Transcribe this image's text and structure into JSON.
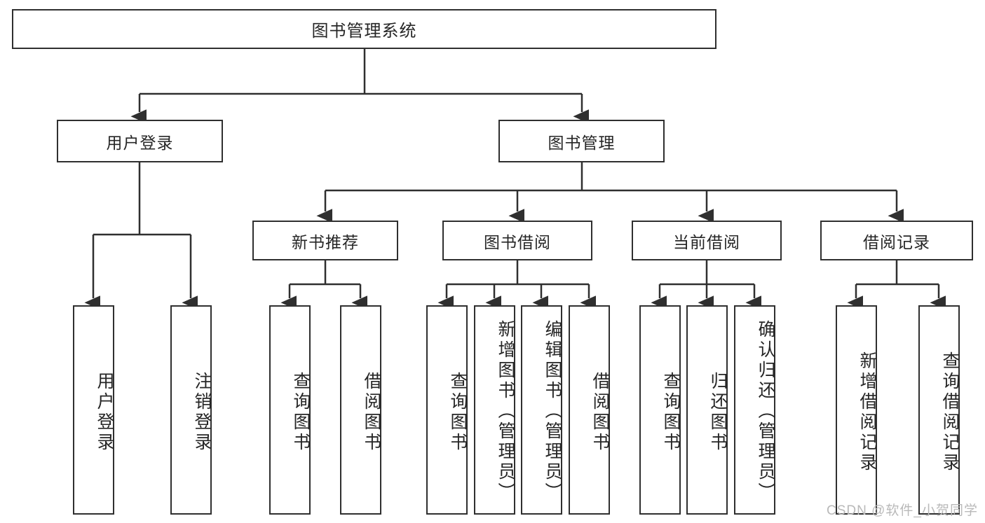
{
  "diagram": {
    "title": "图书管理系统",
    "type": "hierarchy-tree",
    "watermark": "CSDN @软件_小贺同学",
    "colors": {
      "stroke": "#2f2f2f",
      "fill": "#ffffff",
      "text": "#262626",
      "watermark": "#b9b9b9"
    },
    "levels": {
      "root": [
        "图书管理系统"
      ],
      "level2": [
        "用户登录",
        "图书管理"
      ],
      "level3": [
        "新书推荐",
        "图书借阅",
        "当前借阅",
        "借阅记录"
      ],
      "leaves": [
        "用户登录",
        "注销登录",
        "查询图书",
        "借阅图书",
        "查询图书",
        "新增图书（管理员）",
        "编辑图书（管理员）",
        "借阅图书",
        "查询图书",
        "归还图书",
        "确认归还（管理员）",
        "新增借阅记录",
        "查询借阅记录"
      ]
    },
    "nodes": {
      "root": {
        "label": "图书管理系统"
      },
      "user_login": {
        "label": "用户登录"
      },
      "book_manage": {
        "label": "图书管理"
      },
      "new_book_rec": {
        "label": "新书推荐"
      },
      "book_borrow": {
        "label": "图书借阅"
      },
      "current_borrow": {
        "label": "当前借阅"
      },
      "borrow_record": {
        "label": "借阅记录"
      },
      "leaf_user_login": {
        "label": "用户登录"
      },
      "leaf_user_logout": {
        "label": "注销登录"
      },
      "leaf_rec_query": {
        "label": "查询图书"
      },
      "leaf_rec_borrow": {
        "label": "借阅图书"
      },
      "leaf_borrow_query": {
        "label": "查询图书"
      },
      "leaf_borrow_add": {
        "label": "新增图书（管理员）"
      },
      "leaf_borrow_edit": {
        "label": "编辑图书（管理员）"
      },
      "leaf_borrow_do": {
        "label": "借阅图书"
      },
      "leaf_cur_query": {
        "label": "查询图书"
      },
      "leaf_cur_return": {
        "label": "归还图书"
      },
      "leaf_cur_confirm": {
        "label": "确认归还（管理员）"
      },
      "leaf_rec_add": {
        "label": "新增借阅记录"
      },
      "leaf_rec_search": {
        "label": "查询借阅记录"
      }
    }
  }
}
